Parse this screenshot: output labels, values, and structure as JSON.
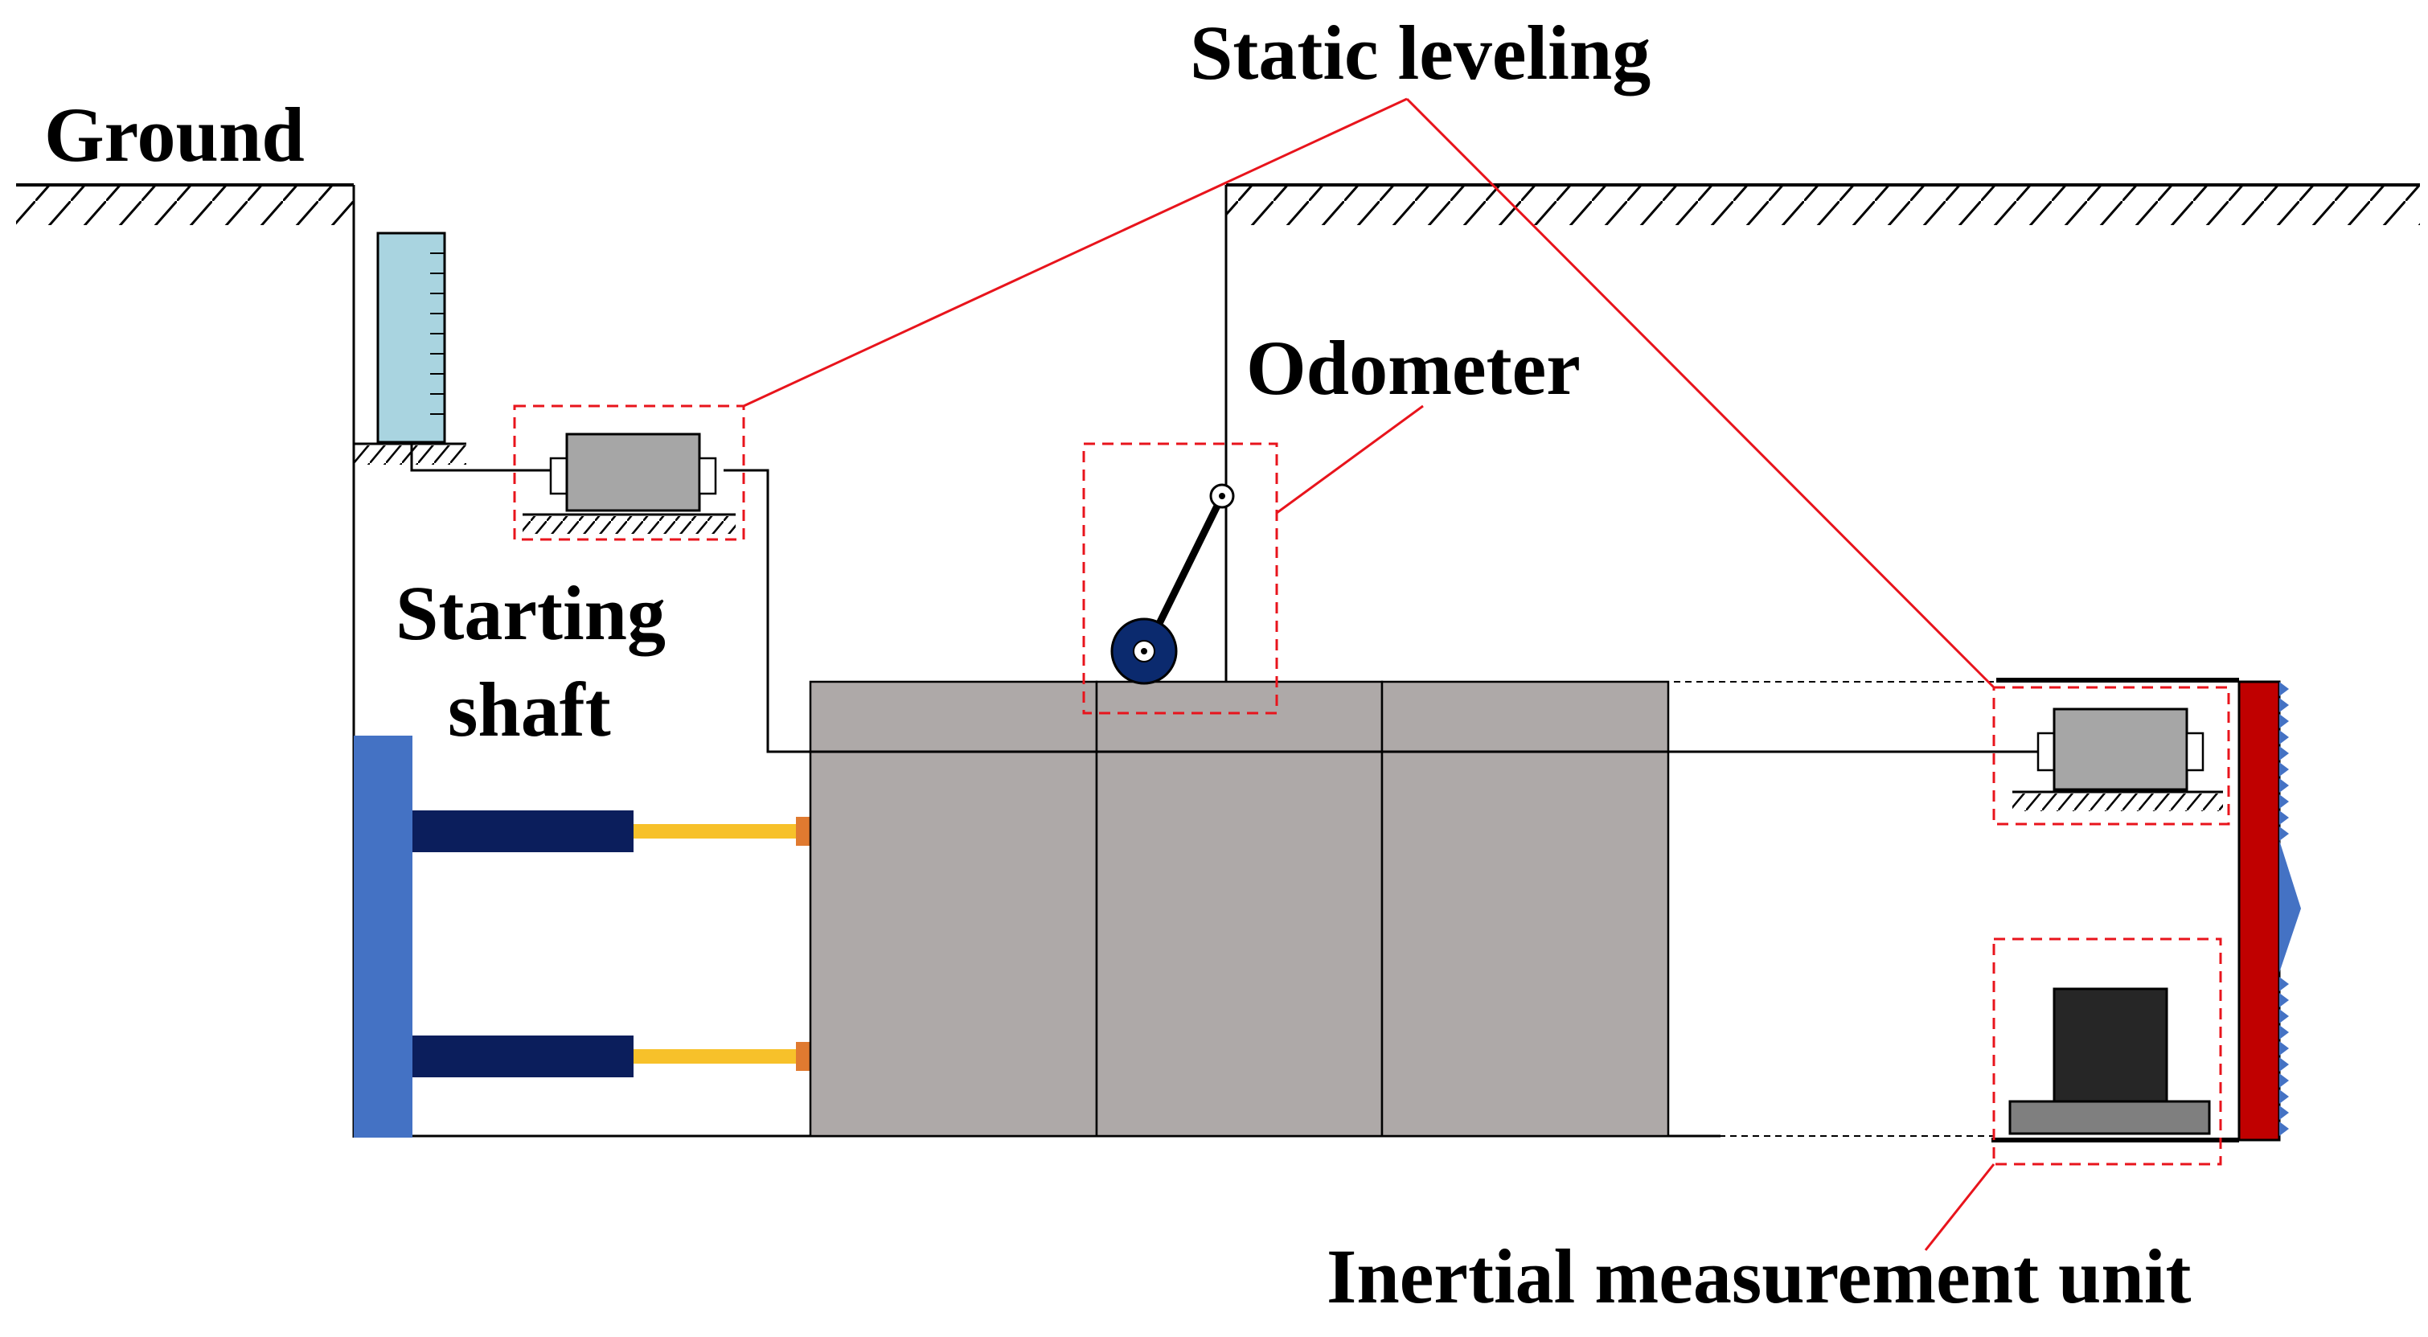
{
  "labels": {
    "ground": "Ground",
    "static_leveling": "Static leveling",
    "odometer": "Odometer",
    "starting_shaft_line1": "Starting",
    "starting_shaft_line2": "shaft",
    "imu": "Inertial measurement unit"
  },
  "colors": {
    "callout_red": "#e8141c",
    "segment_gray": "#aea9a8",
    "reaction_wall_blue": "#4472c4",
    "jack_navy": "#0b1e5c",
    "jack_rod_yellow": "#f7c12a",
    "rod_end_orange": "#e07a30",
    "cutter_head_red": "#c00000",
    "cutter_teeth_blue": "#4472c4",
    "water_tank_blue": "#a9d4e0",
    "sensor_gray": "#a6a6a6",
    "imu_dark": "#262626",
    "wheel_navy": "#0b2a6e"
  },
  "icons": {
    "odometer": "wheel-icon",
    "sensor": "static-level-sensor-icon",
    "tank": "water-tank-icon"
  }
}
